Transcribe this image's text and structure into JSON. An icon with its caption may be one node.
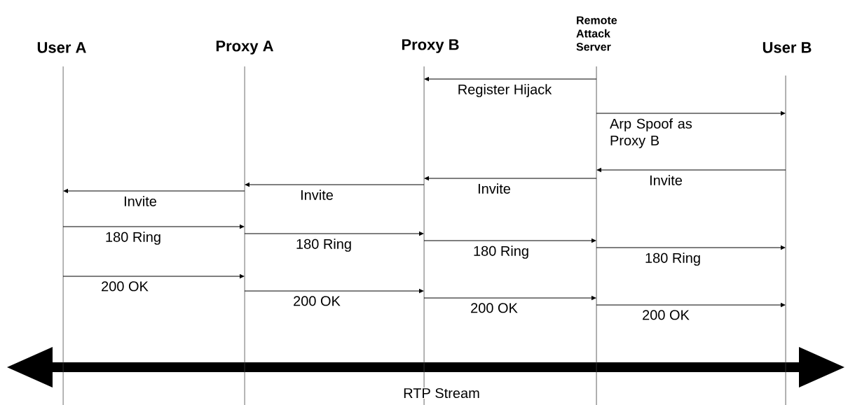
{
  "diagram": {
    "nodes": [
      {
        "text": [
          "User A"
        ]
      },
      {
        "text": [
          "Proxy A"
        ]
      },
      {
        "text": [
          "Proxy B"
        ]
      },
      {
        "text": [
          "Remote Attack Server"
        ]
      },
      {
        "text": [
          "User B"
        ]
      }
    ],
    "edges": [
      {
        "from": 3,
        "to": 2,
        "arrow": "to",
        "label": "Register Hijack"
      },
      {
        "from": 3,
        "to": 4,
        "arrow": "to",
        "label": "Arp Spoof as Proxy B"
      },
      {
        "from": 4,
        "to": 3,
        "arrow": "to",
        "label": "Invite"
      },
      {
        "from": 3,
        "to": 2,
        "arrow": "to",
        "label": "Invite"
      },
      {
        "from": 2,
        "to": 1,
        "arrow": "to",
        "label": "Invite"
      },
      {
        "from": 1,
        "to": 0,
        "arrow": "to",
        "label": "Invite"
      },
      {
        "from": 0,
        "to": 1,
        "arrow": "to",
        "label": "180 Ring"
      },
      {
        "from": 1,
        "to": 2,
        "arrow": "to",
        "label": "180 Ring"
      },
      {
        "from": 2,
        "to": 3,
        "arrow": "to",
        "label": "180 Ring"
      },
      {
        "from": 3,
        "to": 4,
        "arrow": "to",
        "label": "180 Ring"
      },
      {
        "from": 0,
        "to": 1,
        "arrow": "to",
        "label": "200 OK"
      },
      {
        "from": 1,
        "to": 2,
        "arrow": "to",
        "label": "200 OK"
      },
      {
        "from": 2,
        "to": 3,
        "arrow": "to",
        "label": "200 OK"
      },
      {
        "from": 3,
        "to": 4,
        "arrow": "to",
        "label": "200 OK"
      }
    ],
    "labels": [
      "RTP Stream"
    ]
  }
}
